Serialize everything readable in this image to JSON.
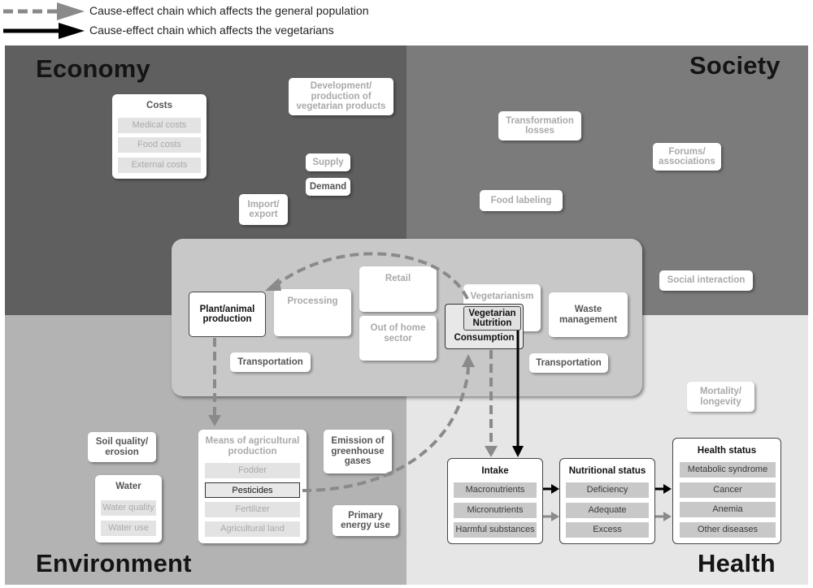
{
  "legend": {
    "general": "Cause-effect chain which affects the general population",
    "vegetarians": "Cause-effect chain which affects the vegetarians"
  },
  "quadrants": {
    "economy": "Economy",
    "society": "Society",
    "environment": "Environment",
    "health": "Health"
  },
  "economy": {
    "costs": {
      "title": "Costs",
      "items": [
        "Medical costs",
        "Food costs",
        "External costs"
      ]
    },
    "development": "Development/ production of vegetarian products",
    "supply": "Supply",
    "demand": "Demand",
    "import_export": "Import/ export"
  },
  "society": {
    "transformation_losses": "Transformation losses",
    "forums": "Forums/ associations",
    "food_labeling": "Food labeling",
    "social_interaction": "Social interaction"
  },
  "food_system": {
    "plant_animal": "Plant/animal production",
    "processing": "Processing",
    "retail": "Retail",
    "out_of_home": "Out of home sector",
    "vegetarianism": "Vegetarianism",
    "vegetarian_nutrition": "Vegetarian Nutrition",
    "consumption": "Consumption",
    "waste_management": "Waste management",
    "transportation_left": "Transportation",
    "transportation_right": "Transportation"
  },
  "environment": {
    "soil_quality": "Soil quality/ erosion",
    "water": {
      "title": "Water",
      "items": [
        "Water quality",
        "Water use"
      ]
    },
    "means": {
      "title": "Means of agricultural production",
      "items": [
        "Fodder",
        "Pesticides",
        "Fertilizer",
        "Agricultural land"
      ]
    },
    "emission": "Emission of greenhouse gases",
    "primary_energy": "Primary energy use"
  },
  "health": {
    "mortality": "Mortality/ longevity",
    "intake": {
      "title": "Intake",
      "items": [
        "Macronutrients",
        "Micronutrients",
        "Harmful substances"
      ]
    },
    "nutritional_status": {
      "title": "Nutritional status",
      "items": [
        "Deficiency",
        "Adequate",
        "Excess"
      ]
    },
    "health_status": {
      "title": "Health status",
      "items": [
        "Metabolic syndrome",
        "Cancer",
        "Anemia",
        "Other diseases"
      ]
    }
  },
  "colors": {
    "economy_bg": "#5f5f5f",
    "society_bg": "#7b7b7b",
    "environment_bg": "#b3b3b3",
    "health_bg": "#e6e6e6",
    "center_panel": "#c8c8c8",
    "dashed_arrow": "#8a8a8a",
    "solid_arrow": "#000000"
  }
}
